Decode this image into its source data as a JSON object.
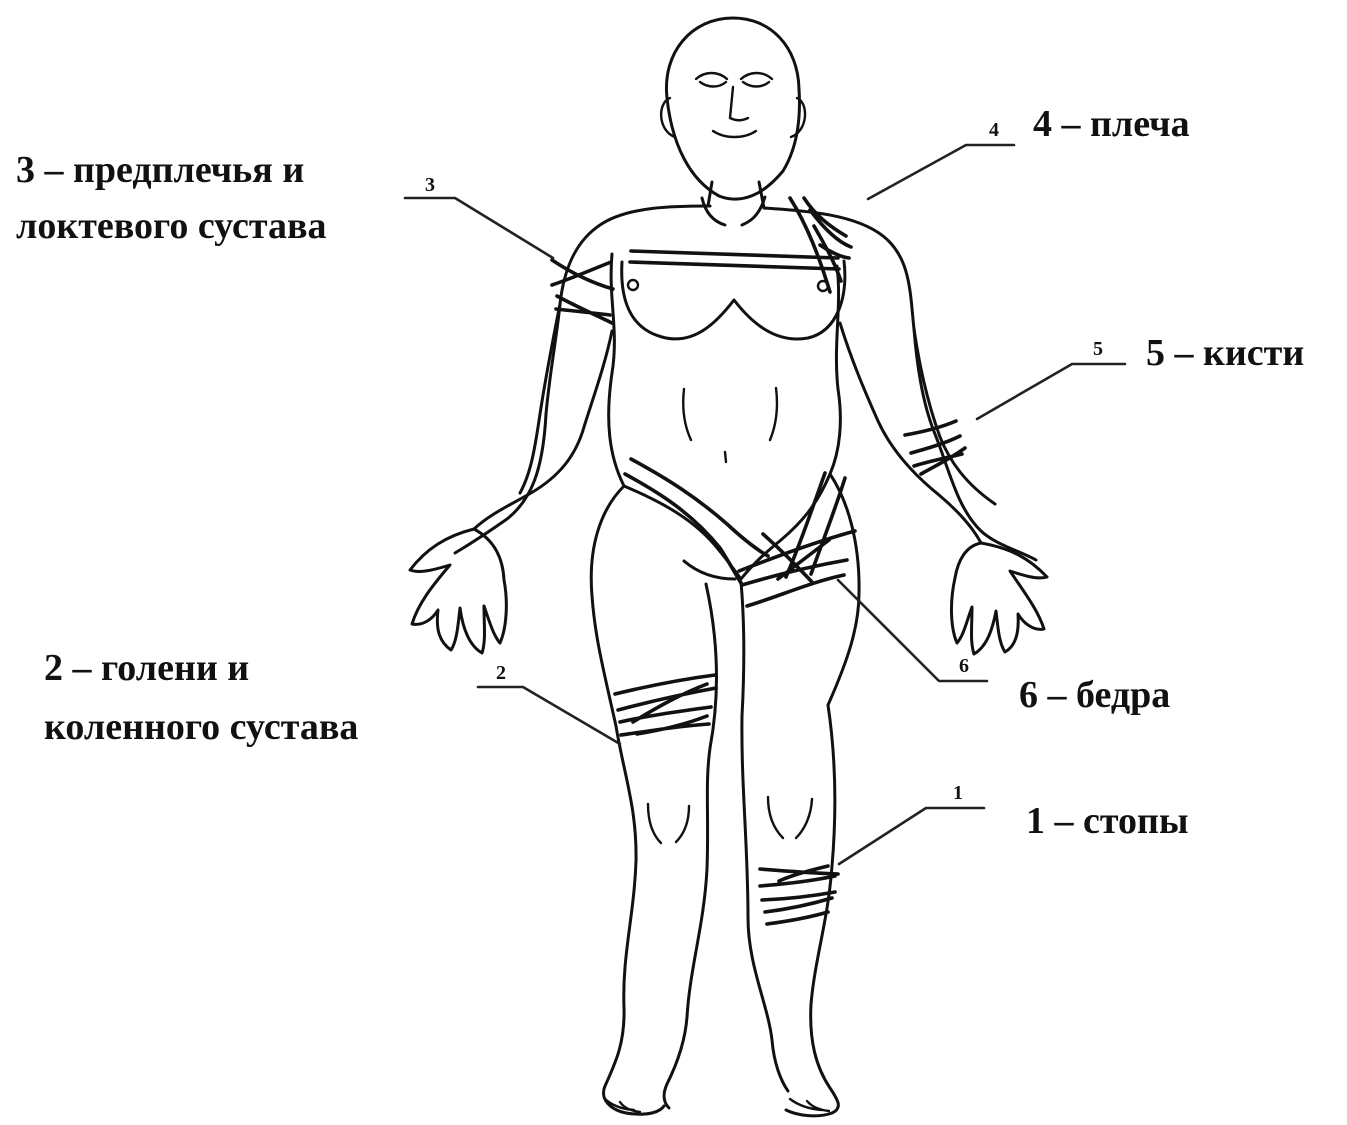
{
  "annotations": {
    "label_3": {
      "line1": "3 – предплечья и",
      "line2": "локтевого сустава",
      "marker": "3"
    },
    "label_4": {
      "text": "4 – плеча",
      "marker": "4"
    },
    "label_5": {
      "text": "5 – кисти",
      "marker": "5"
    },
    "label_2": {
      "line1": "2 – голени и",
      "line2": "коленного сустава",
      "marker": "2"
    },
    "label_6": {
      "text": "6 – бедра",
      "marker": "6"
    },
    "label_1": {
      "text": "1 – стопы",
      "marker": "1"
    }
  }
}
